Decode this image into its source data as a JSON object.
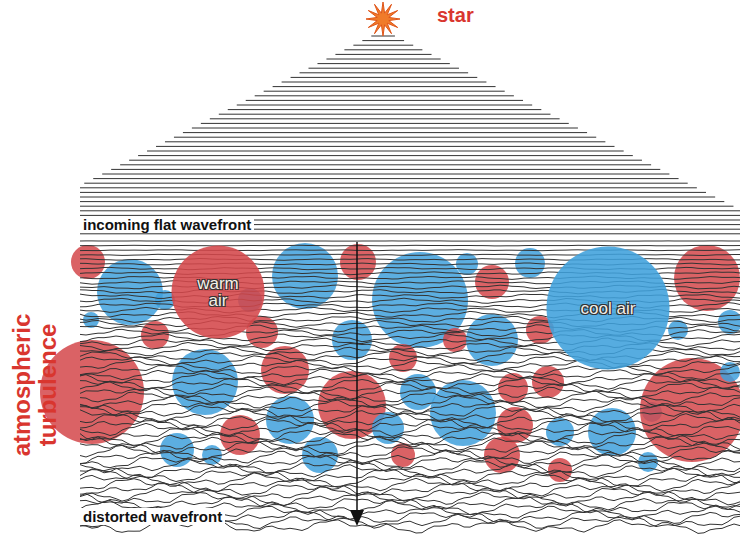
{
  "diagram": {
    "nodes": [
      {
        "text": [
          "warm air"
        ]
      },
      {
        "text": [
          "cool air"
        ]
      }
    ],
    "labels": [
      "star",
      "incoming flat wavefront",
      "atmospheric turbulence",
      "distorted wavefront"
    ]
  }
}
